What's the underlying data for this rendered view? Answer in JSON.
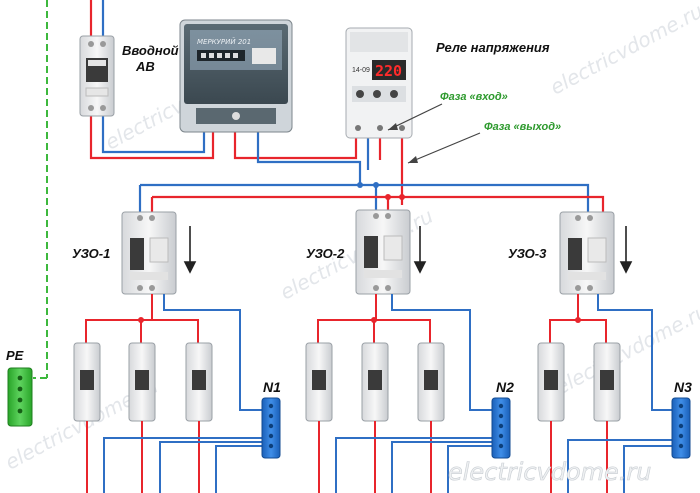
{
  "labels": {
    "input_breaker": [
      "Вводной",
      "АВ"
    ],
    "voltage_relay": "Реле напряжения",
    "phase_in": "Фаза «вход»",
    "phase_out": "Фаза «выход»",
    "rcd_1": "УЗО-1",
    "rcd_2": "УЗО-2",
    "rcd_3": "УЗО-3",
    "pe": "PE",
    "n1": "N1",
    "n2": "N2",
    "n3": "N3"
  },
  "meter": {
    "brand": "МЕРКУРИЙ 201"
  },
  "relay": {
    "display": "220",
    "model": "14-09"
  },
  "watermark": "electricvdome.ru",
  "colors": {
    "phase": "#e8252c",
    "neutral": "#2f6fc4",
    "earth": "#3db83d",
    "label_green": "#2e9a2e",
    "busbar": "#1f6fd0"
  }
}
